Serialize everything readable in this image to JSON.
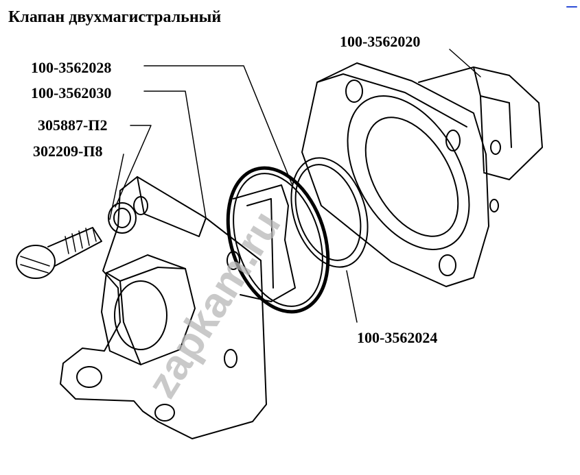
{
  "title": "Клапан двухмагистральный",
  "parts": [
    {
      "id": "p1",
      "number": "100-3562020"
    },
    {
      "id": "p2",
      "number": "100-3562028"
    },
    {
      "id": "p3",
      "number": "100-3562030"
    },
    {
      "id": "p4",
      "number": "305887-П2"
    },
    {
      "id": "p5",
      "number": "302209-П8"
    },
    {
      "id": "p6",
      "number": "100-3562024"
    }
  ],
  "watermark": "zapkam.ru",
  "colors": {
    "line": "#000000",
    "watermark": "#b8b8b8",
    "background": "#ffffff"
  }
}
